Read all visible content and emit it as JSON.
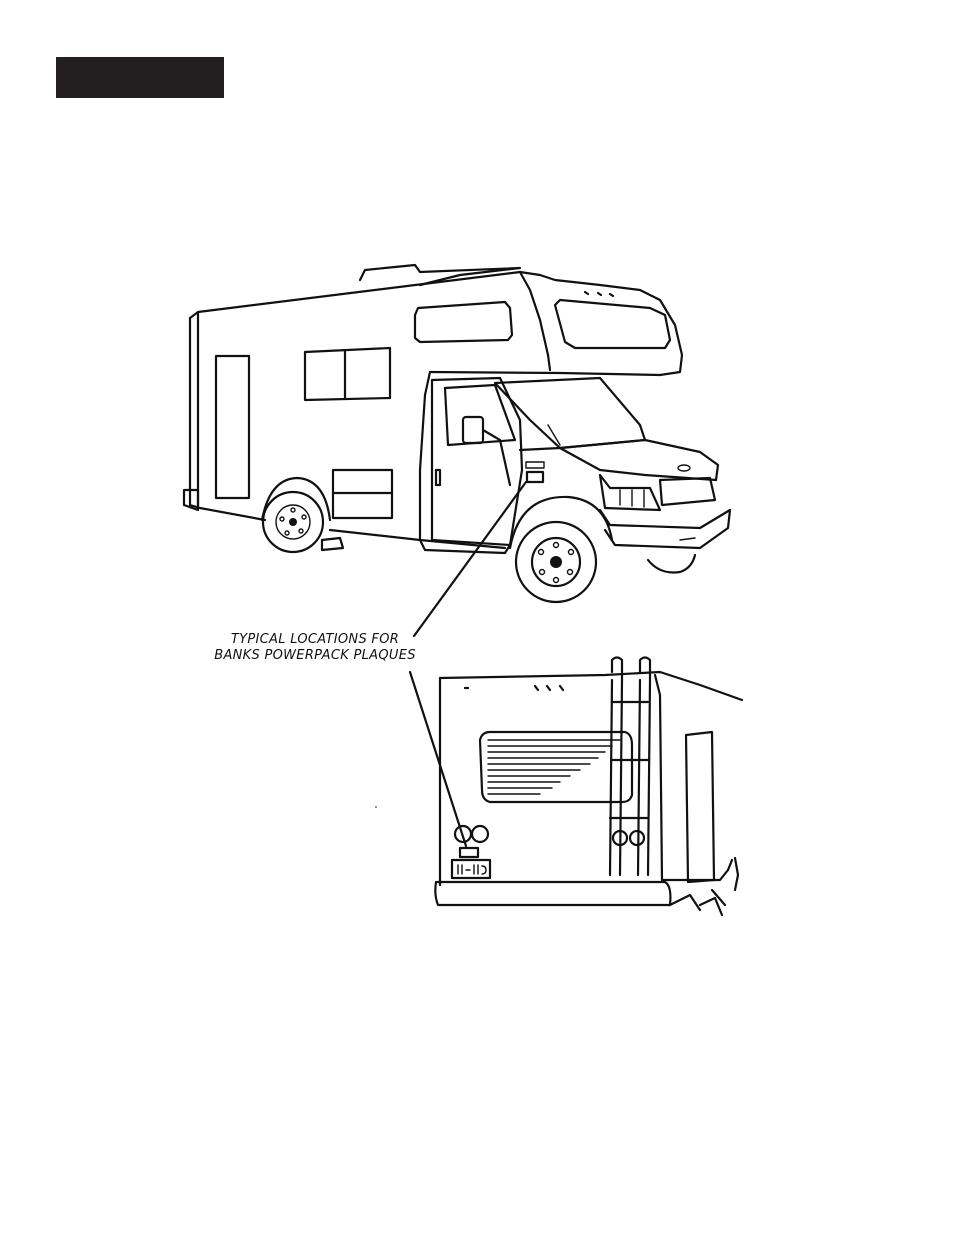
{
  "header": {
    "block_color": "#231f20"
  },
  "callout": {
    "line1": "TYPICAL LOCATIONS FOR",
    "line2": "BANKS POWERPACK PLAQUES"
  },
  "figures": {
    "main": {
      "icon": "motorhome-side-front-illustration"
    },
    "rear": {
      "icon": "motorhome-rear-illustration"
    }
  }
}
